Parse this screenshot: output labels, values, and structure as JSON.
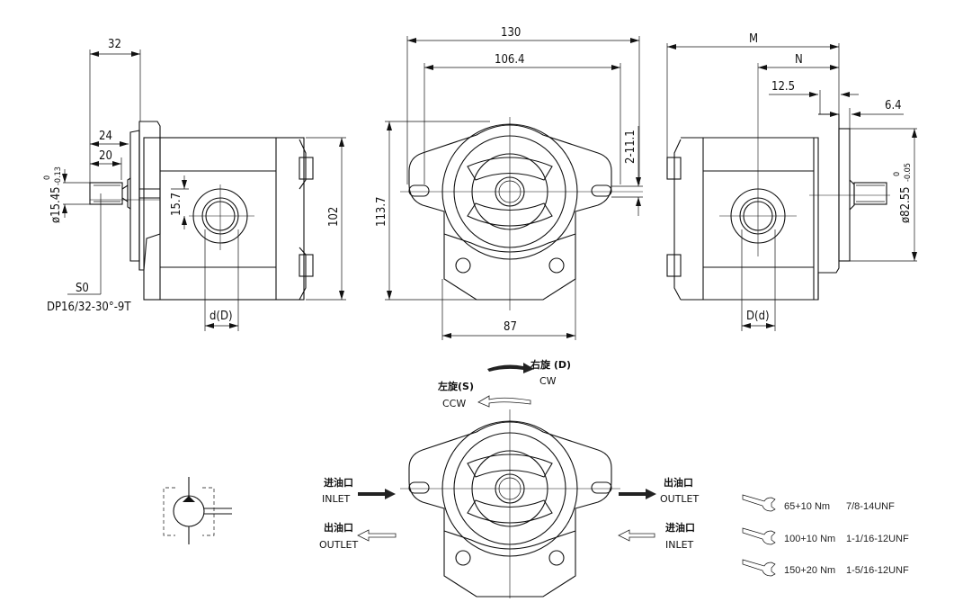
{
  "side_view_left": {
    "dim_32": "32",
    "dim_24": "24",
    "dim_20": "20",
    "shaft_diameter": "ø15.45",
    "shaft_tol_upper": "0",
    "shaft_tol_lower": "-0.13",
    "dim_15_7": "15.7",
    "dim_102": "102",
    "spline_code": "S0",
    "spline_spec": "DP16/32-30°-9T",
    "port_label": "d(D)"
  },
  "front_view": {
    "dim_130": "130",
    "dim_106_4": "106.4",
    "dim_113_7": "113.7",
    "dim_holes": "2-11.1",
    "dim_87": "87"
  },
  "side_view_right": {
    "dim_M": "M",
    "dim_N": "N",
    "dim_12_5": "12.5",
    "dim_6_4": "6.4",
    "pilot_diameter": "ø82.55",
    "pilot_tol_upper": "0",
    "pilot_tol_lower": "-0.05",
    "port_label": "D(d)"
  },
  "rotation": {
    "cw_cn": "右旋 (D)",
    "cw_en": "CW",
    "ccw_cn": "左旋(S)",
    "ccw_en": "CCW"
  },
  "ports": {
    "left_top_cn": "进油口",
    "left_top_en": "INLET",
    "left_bottom_cn": "出油口",
    "left_bottom_en": "OUTLET",
    "right_top_cn": "出油口",
    "right_top_en": "OUTLET",
    "right_bottom_cn": "进油口",
    "right_bottom_en": "INLET"
  },
  "torque_table": [
    {
      "torque": "65+10 Nm",
      "thread": "7/8-14UNF"
    },
    {
      "torque": "100+10 Nm",
      "thread": "1-1/16-12UNF"
    },
    {
      "torque": "150+20 Nm",
      "thread": "1-5/16-12UNF"
    }
  ]
}
